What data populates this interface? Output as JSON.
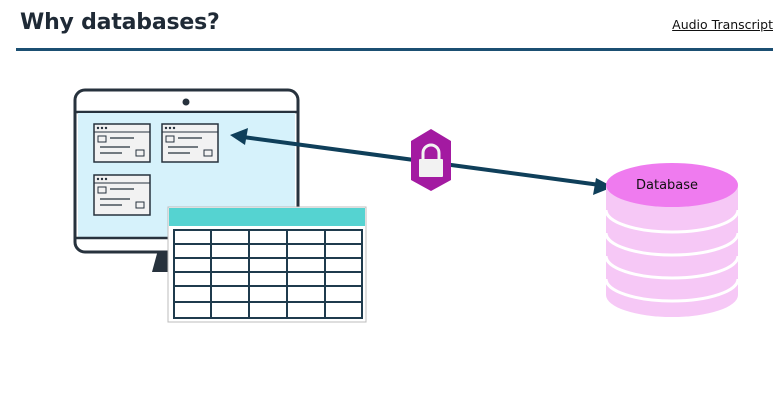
{
  "header": {
    "title": "Why databases?",
    "audio_transcript_label": "Audio Transcript"
  },
  "diagram": {
    "database_label": "Database",
    "colors": {
      "rule": "#1b4f72",
      "monitor_frame": "#27323d",
      "screen": "#d6f2fb",
      "table_header": "#55d3d1",
      "arrow": "#0f3f5a",
      "lock_badge": "#a31aa1",
      "db_top": "#ef7bef",
      "db_body": "#f6c8f6"
    },
    "icons": [
      "lock-icon",
      "computer-monitor-icon",
      "data-table-icon",
      "database-icon"
    ]
  }
}
